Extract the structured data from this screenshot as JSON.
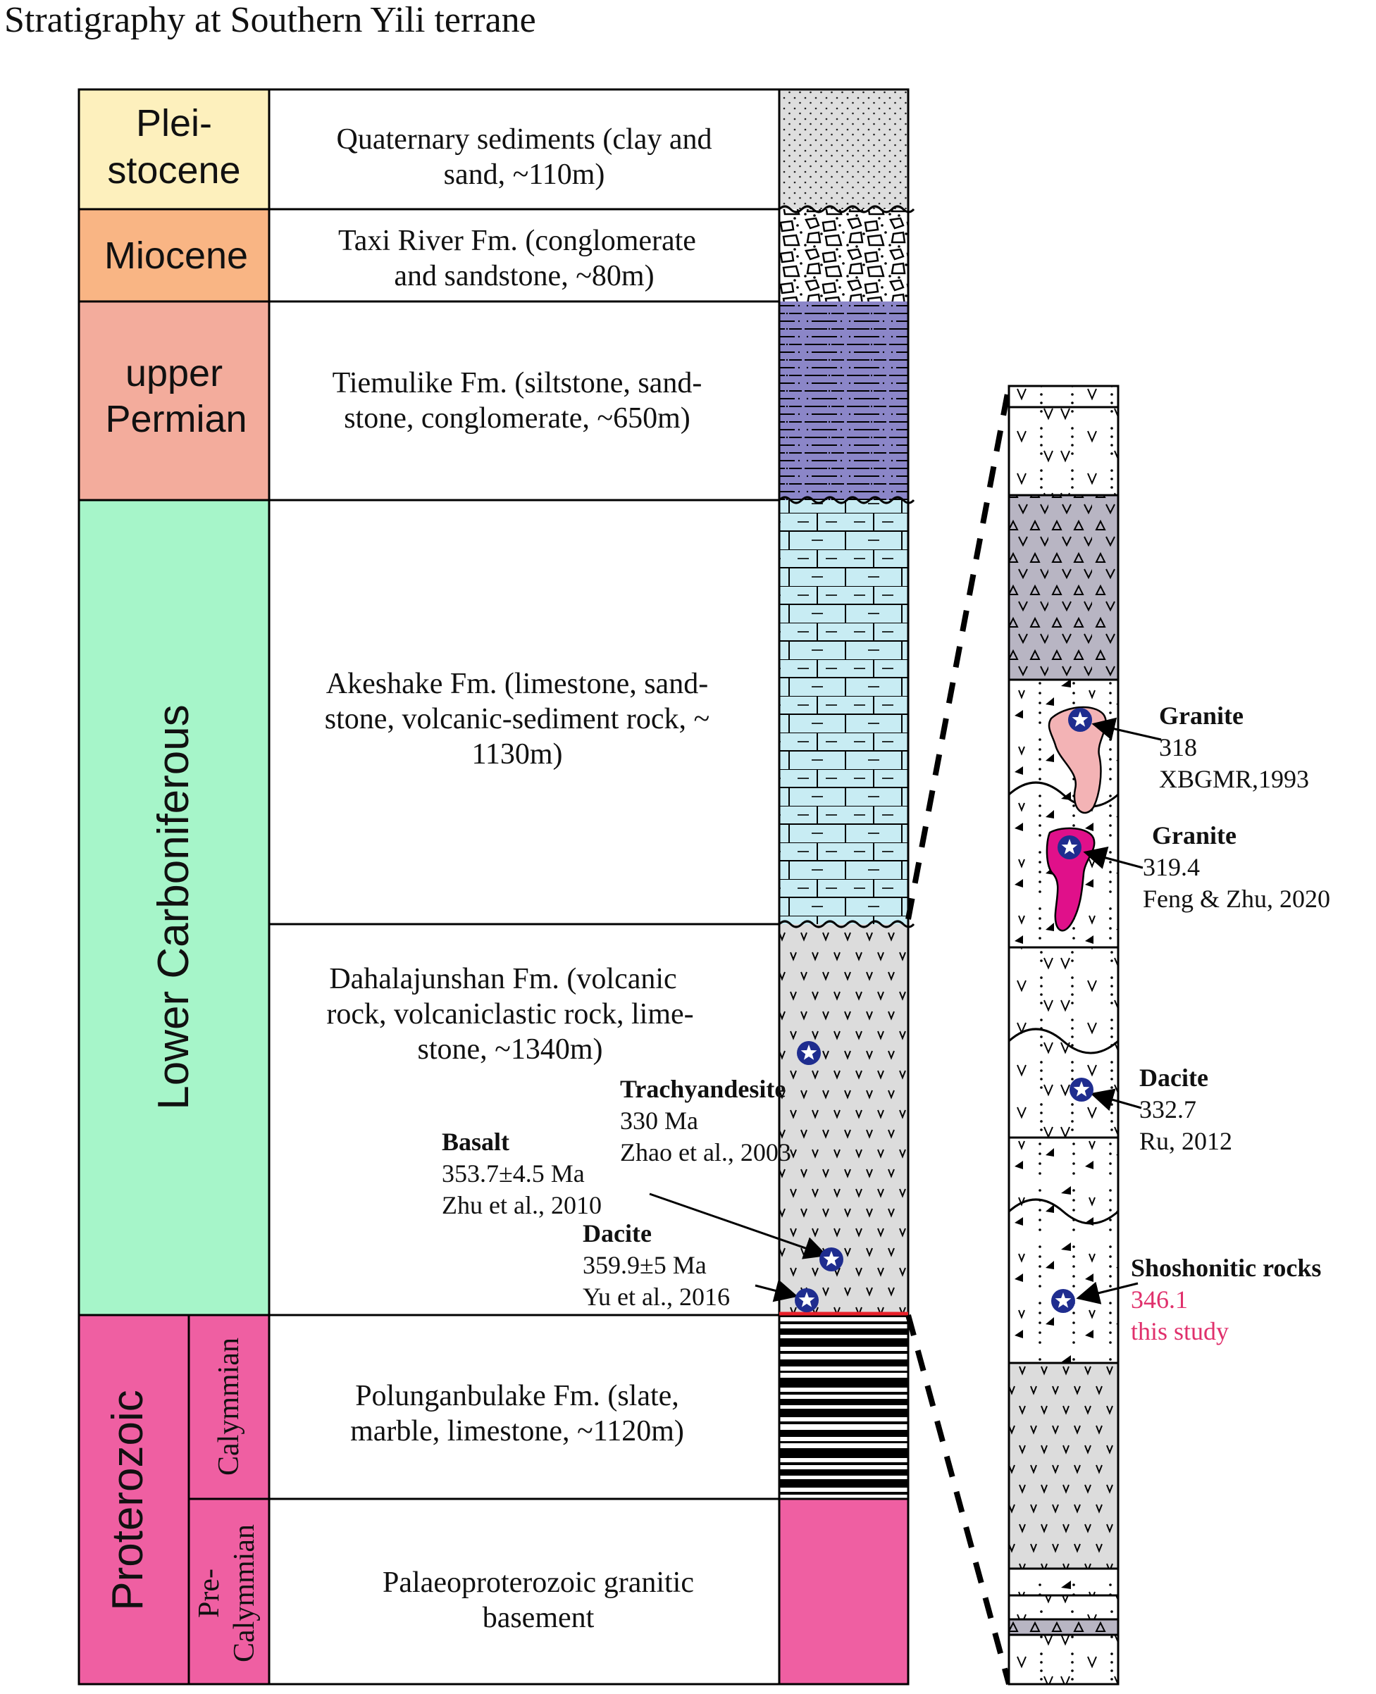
{
  "title": "Stratigraphy at Southern Yili terrane",
  "periods": [
    {
      "line1": "Plei-",
      "line2": "stocene",
      "color": "#fdf0bd"
    },
    {
      "line1": "Miocene",
      "color": "#f9b584"
    },
    {
      "line1": "upper",
      "line2": "Permian",
      "color": "#f3ac9c"
    },
    {
      "line1": "Lower Carboniferous",
      "color": "#a6f5c9"
    },
    {
      "line1": "Proterozoic",
      "color": "#ef5fa2"
    }
  ],
  "subperiods": [
    {
      "label": "Calymmian"
    },
    {
      "line1": "Pre-",
      "line2": "Calymmian"
    }
  ],
  "formations": [
    {
      "line1": "Quaternary sediments (clay and",
      "line2": "sand, ~110m)"
    },
    {
      "line1": "Taxi River Fm. (conglomerate",
      "line2": "and sandstone, ~80m)"
    },
    {
      "line1": "Tiemulike Fm.  (siltstone, sand-",
      "line2": "stone, conglomerate, ~650m)"
    },
    {
      "line1": "Akeshake Fm.  (limestone, sand-",
      "line2": "stone, volcanic-sediment rock, ~",
      "line3": "1130m)"
    },
    {
      "line1": "Dahalajunshan Fm.  (volcanic",
      "line2": "rock, volcaniclastic rock, lime-",
      "line3": "stone, ~1340m)"
    },
    {
      "line1": "Polunganbulake Fm.  (slate,",
      "line2": "marble, limestone, ~1120m)"
    },
    {
      "line1": "Palaeoproterozoic granitic",
      "line2": "basement"
    }
  ],
  "samples_main": [
    {
      "rock": "Trachyandesite",
      "age": "330 Ma",
      "ref": "Zhao et al., 2003"
    },
    {
      "rock": "Basalt",
      "age": "353.7±4.5 Ma",
      "ref": "Zhu et al., 2010"
    },
    {
      "rock": "Dacite",
      "age": "359.9±5 Ma",
      "ref": "Yu et al., 2016"
    }
  ],
  "samples_detail": [
    {
      "rock": "Granite",
      "age": "318",
      "ref": "XBGMR,1993"
    },
    {
      "rock": "Granite",
      "age": "319.4",
      "ref": "Feng & Zhu, 2020"
    },
    {
      "rock": "Dacite",
      "age": "332.7",
      "ref": "Ru, 2012"
    },
    {
      "rock": "Shoshonitic rocks",
      "age": "346.1",
      "ref": "this study",
      "highlight_color": "#e0306c"
    }
  ],
  "colors": {
    "quaternary": "#dcdcdc",
    "miocene": "#ffffff",
    "permian": "#8b86c8",
    "limestone": "#c8ecf3",
    "volcanic": "#dcdcdc",
    "breccia": "#b8b5c3",
    "proterozoic": "#ef5fa2",
    "granite_light": "#f3b3b5",
    "granite_dark": "#e0108a",
    "star": "#1f2d8f",
    "red_line": "#e8202a"
  }
}
